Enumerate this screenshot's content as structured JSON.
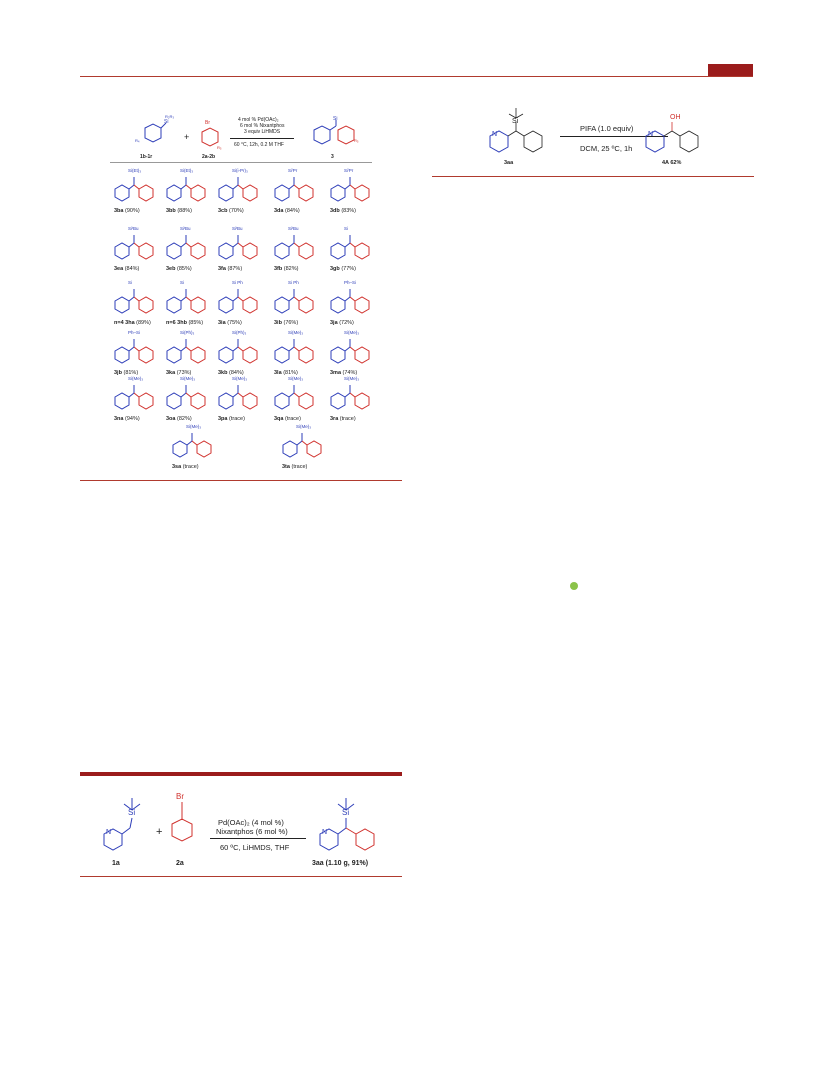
{
  "header": {
    "accent_color": "#9b1c1c"
  },
  "scheme_main": {
    "reactant_1": "1b-1r",
    "reactant_2": "2a-2b",
    "product": "3",
    "plus": "+",
    "conditions": [
      "4 mol % Pd(OAc)₂",
      "6 mol % Nixantphos",
      "3 equiv LiHMDS",
      "60 °C, 12h, 0.2 M THF"
    ],
    "compounds": [
      {
        "name": "3ba",
        "yield": "(90%)",
        "label": "Si(Et)₃"
      },
      {
        "name": "3bb",
        "yield": "(88%)",
        "label": "Si(Et)₃"
      },
      {
        "name": "3cb",
        "yield": "(70%)",
        "label": "Si(i-Pr)₃"
      },
      {
        "name": "3da",
        "yield": "(84%)",
        "label": "SiⁱPr"
      },
      {
        "name": "3db",
        "yield": "(83%)",
        "label": "SiⁱPr"
      },
      {
        "name": "3ea",
        "yield": "(84%)",
        "label": "SiᵗBu"
      },
      {
        "name": "3eb",
        "yield": "(85%)",
        "label": "SiᵗBu"
      },
      {
        "name": "3fa",
        "yield": "(87%)",
        "label": "SiᵗBu"
      },
      {
        "name": "3fb",
        "yield": "(82%)",
        "label": "SiᵗBu"
      },
      {
        "name": "3gb",
        "yield": "(77%)",
        "label": "Si"
      },
      {
        "name": "n=4 3ha",
        "yield": "(89%)",
        "label": "Si"
      },
      {
        "name": "n=6 3hb",
        "yield": "(85%)",
        "label": "Si"
      },
      {
        "name": "3ia",
        "yield": "(75%)",
        "label": "Si Ph"
      },
      {
        "name": "3ib",
        "yield": "(76%)",
        "label": "Si Ph"
      },
      {
        "name": "3ja",
        "yield": "(72%)",
        "label": "Ph–Si"
      },
      {
        "name": "3jb",
        "yield": "(81%)",
        "label": "Ph–Si"
      },
      {
        "name": "3ka",
        "yield": "(73%)",
        "label": "Si(Ph)₃"
      },
      {
        "name": "3kb",
        "yield": "(84%)",
        "label": "Si(Ph)₃"
      },
      {
        "name": "3la",
        "yield": "(81%)",
        "label": "Si(Me)₃"
      },
      {
        "name": "3ma",
        "yield": "(74%)",
        "label": "Si(Me)₃"
      },
      {
        "name": "3na",
        "yield": "(94%)",
        "label": "Si(Me)₃"
      },
      {
        "name": "3oa",
        "yield": "(82%)",
        "label": "Si(Me)₃"
      },
      {
        "name": "3pa",
        "yield": "(trace)",
        "label": "Si(Me)₃"
      },
      {
        "name": "3qa",
        "yield": "(trace)",
        "label": "Si(Me)₃"
      },
      {
        "name": "3ra",
        "yield": "(trace)",
        "label": "Si(Me)₃"
      },
      {
        "name": "3sa",
        "yield": "(trace)",
        "label": "Si(Me)₃"
      },
      {
        "name": "3ta",
        "yield": "(trace)",
        "label": "Si(Me)₃"
      }
    ]
  },
  "scheme_oxidation": {
    "reactant": "3aa",
    "reagent": "PIFA (1.0 equiv)",
    "conditions": "DCM, 25 ºC, 1h",
    "product": "4A 62%",
    "oh_label": "OH",
    "si_label": "Si"
  },
  "scheme_gram": {
    "reactant_1": "1a",
    "reactant_2": "2a",
    "br_label": "Br",
    "si_label": "Si",
    "plus": "+",
    "line1": "Pd(OAc)₂ (4 mol %)",
    "line2": "Nixantphos (6 mol %)",
    "line3": "60 ºC, LiHMDS, THF",
    "product": "3aa (1.10 g,  91%)"
  }
}
